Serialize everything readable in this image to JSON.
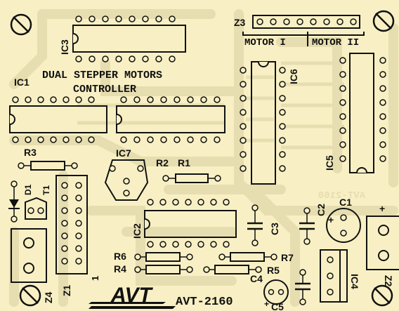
{
  "colors": {
    "board": "#f8f0c4",
    "trace": "#e6ddb0",
    "ink": "#111111"
  },
  "board": {
    "title_line1": "DUAL STEPPER MOTORS",
    "title_line2": "CONTROLLER",
    "code": "AVT-2160",
    "mirror_code": "AVT-2160",
    "logo": "AVT",
    "motor1": "MOTOR I",
    "motor2": "MOTOR II"
  },
  "labels": {
    "ic1": "IC1",
    "ic2": "IC2",
    "ic3": "IC3",
    "ic4": "IC4",
    "ic5": "IC5",
    "ic6": "IC6",
    "ic7": "IC7",
    "r1": "R1",
    "r2": "R2",
    "r3": "R3",
    "r4": "R4",
    "r5": "R5",
    "r6": "R6",
    "r7": "R7",
    "c1": "C1",
    "c2": "C2",
    "c3": "C3",
    "c4": "C4",
    "c5": "C5",
    "d1": "D1",
    "t1": "T1",
    "z1": "Z1",
    "z2": "Z2",
    "z3": "Z3",
    "z4": "Z4",
    "plus1": "+",
    "plus2": "+",
    "minus": "-",
    "one": "1"
  }
}
